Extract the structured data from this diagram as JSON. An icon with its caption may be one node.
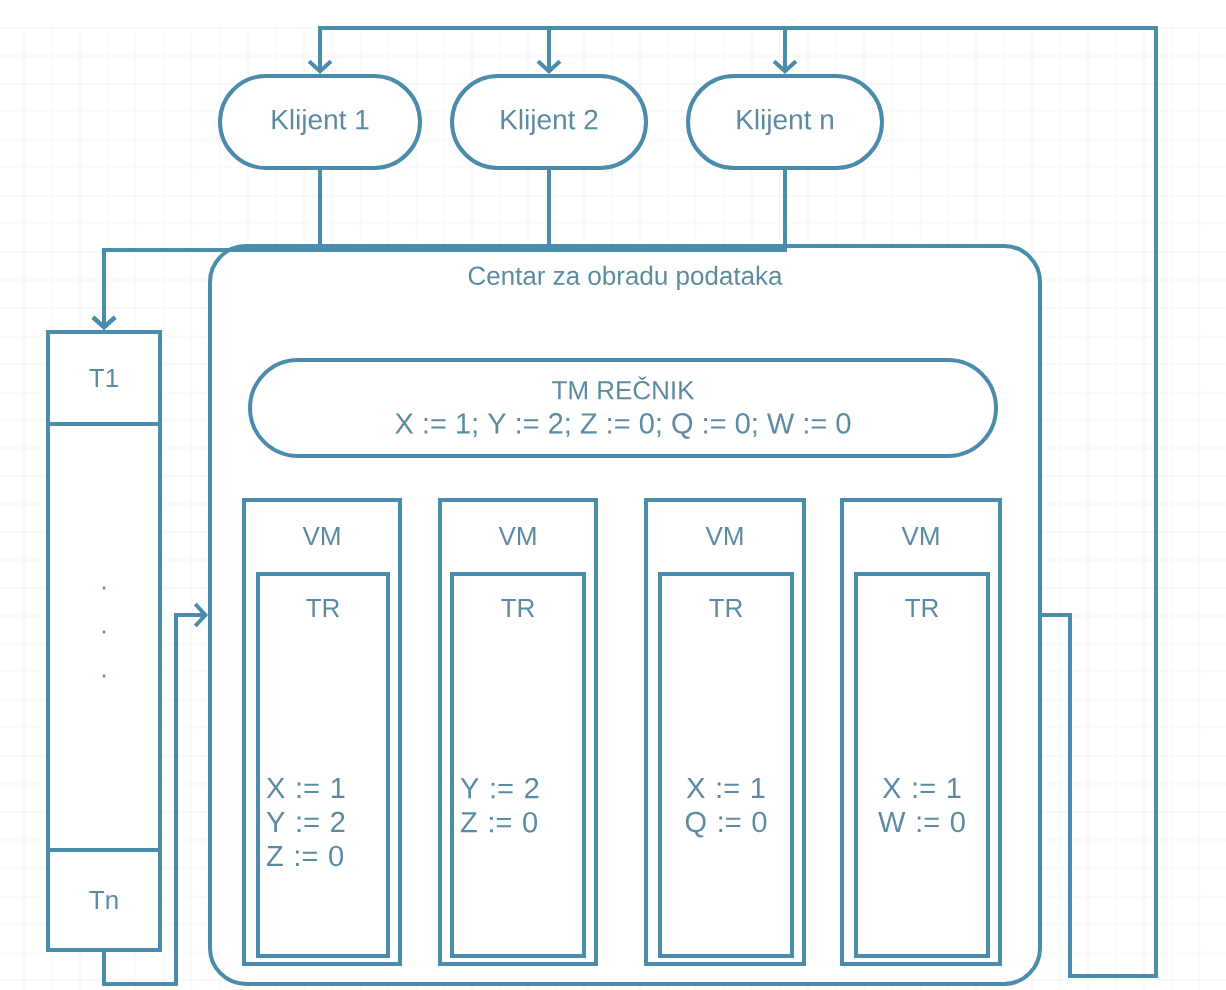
{
  "diagram": {
    "nodes": [
      {
        "text": [
          "Klijent 1"
        ]
      },
      {
        "text": [
          "Klijent 2"
        ]
      },
      {
        "text": [
          "Klijent n"
        ]
      },
      {
        "text": [
          "T1",
          "Tn"
        ]
      },
      {
        "text": [
          "Centar za obradu podataka"
        ]
      },
      {
        "text": [
          "TM REČNIK",
          "X := 1; Y := 2; Z := 0; Q := 0; W := 0"
        ],
        "in": 4
      },
      {
        "text": [
          "VM"
        ],
        "in": 4
      },
      {
        "text": [
          "TR",
          "X := 1 Y := 2 Z := 0"
        ],
        "in": 6
      },
      {
        "text": [
          "VM"
        ],
        "in": 4
      },
      {
        "text": [
          "TR",
          "Y := 2 Z := 0"
        ],
        "in": 8
      },
      {
        "text": [
          "VM"
        ],
        "in": 4
      },
      {
        "text": [
          "TR",
          "X := 1 Q := 0"
        ],
        "in": 10
      },
      {
        "text": [
          "VM"
        ],
        "in": 4
      },
      {
        "text": [
          "TR",
          "X := 1 W := 0"
        ],
        "in": 12
      }
    ],
    "edges": [
      {
        "from": 4,
        "to": 0,
        "arrow": "to"
      },
      {
        "from": 4,
        "to": 1,
        "arrow": "to"
      },
      {
        "from": 4,
        "to": 2,
        "arrow": "to"
      },
      {
        "from": 0,
        "to": 3,
        "arrow": "to"
      },
      {
        "from": 1,
        "to": 3,
        "arrow": "to"
      },
      {
        "from": 2,
        "to": 3,
        "arrow": "to"
      },
      {
        "from": 3,
        "to": 4,
        "arrow": "to"
      }
    ],
    "labels": [
      ".",
      ".",
      "."
    ]
  }
}
